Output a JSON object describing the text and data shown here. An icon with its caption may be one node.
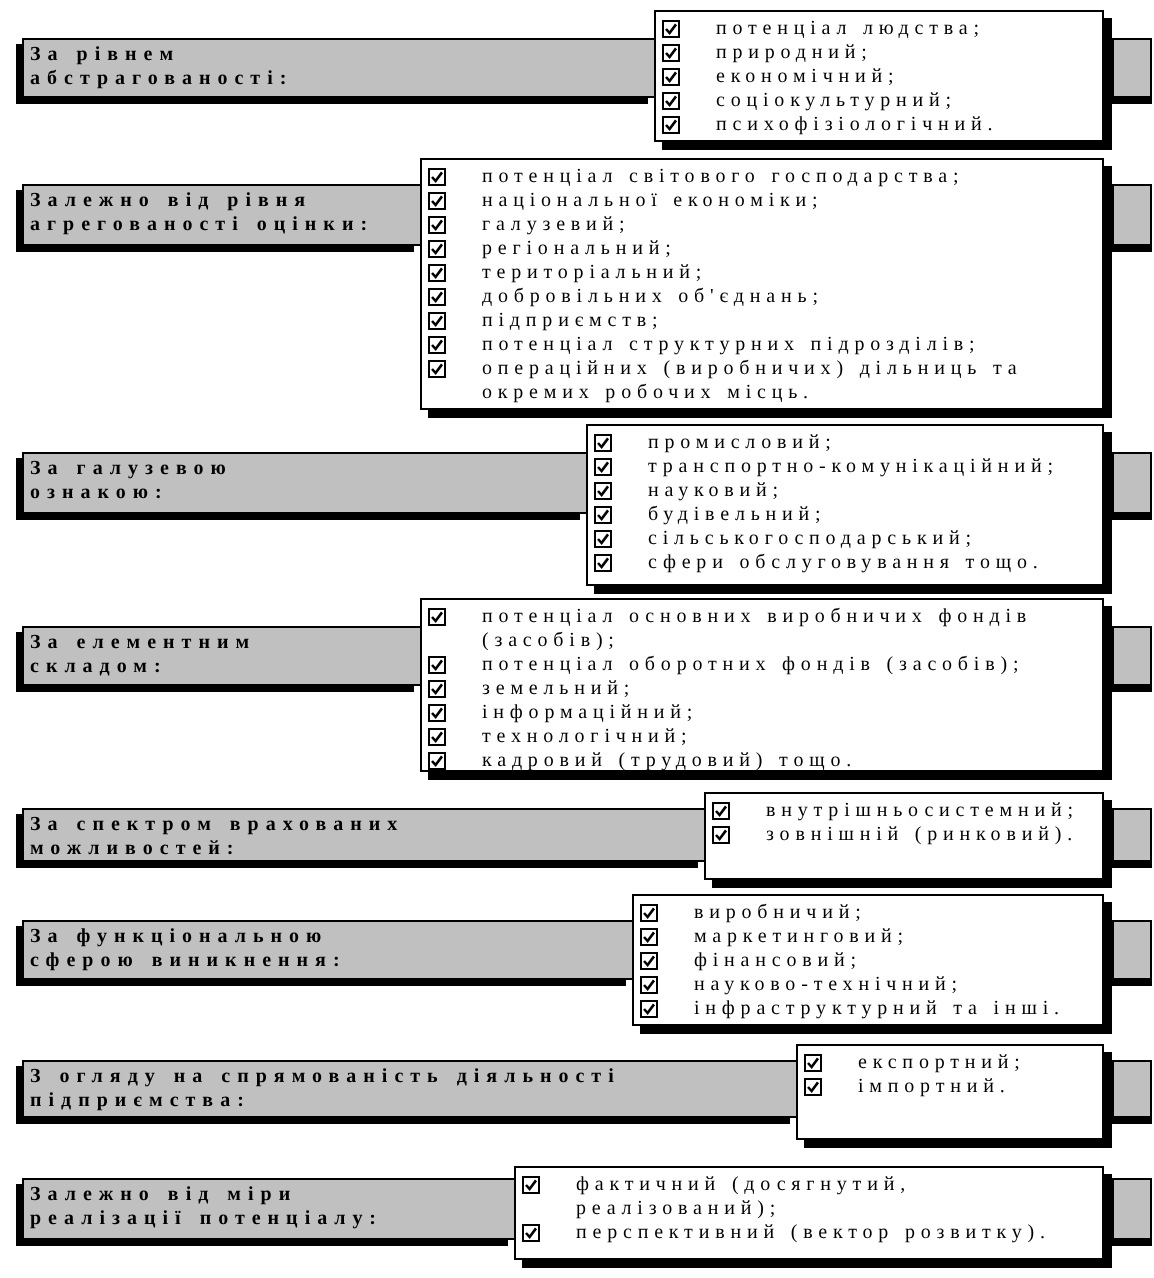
{
  "diagram": {
    "nodes": [
      {
        "text": [
          "За рівнем абстрагованості:"
        ]
      },
      {
        "text": [
          "потенціал людства;",
          "природний;",
          "економічний;",
          "соціокультурний;",
          "психофізіологічний."
        ]
      },
      {
        "text": [
          "Залежно від рівня агрегованості оцінки:"
        ]
      },
      {
        "text": [
          "потенціал світового господарства;",
          "національної економіки;",
          "галузевий;",
          "регіональний;",
          "територіальний;",
          "добровільних об'єднань;",
          "підприємств;",
          "потенціал структурних підрозділів;",
          "операційних (виробничих) дільниць та окремих робочих місць."
        ]
      },
      {
        "text": [
          "За галузевою ознакою:"
        ]
      },
      {
        "text": [
          "промисловий;",
          "транспортно-комунікаційний;",
          "науковий;",
          "будівельний;",
          "сільськогосподарський;",
          "сфери обслуговування тощо."
        ]
      },
      {
        "text": [
          "За елементним складом:"
        ]
      },
      {
        "text": [
          "потенціал основних виробничих фондів (засобів);",
          "потенціал оборотних фондів (засобів);",
          "земельний;",
          "інформаційний;",
          "технологічний;",
          "кадровий (трудовий) тощо."
        ]
      },
      {
        "text": [
          "За спектром врахованих можливостей:"
        ]
      },
      {
        "text": [
          "внутрішньосистемний;",
          "зовнішній (ринковий)."
        ]
      },
      {
        "text": [
          "За функціональною сферою виникнення:"
        ]
      },
      {
        "text": [
          "виробничий;",
          "маркетинговий;",
          "фінансовий;",
          "науково-технічний;",
          "інфраструктурний та інші."
        ]
      },
      {
        "text": [
          "З огляду на спрямованість діяльності підприємства:"
        ]
      },
      {
        "text": [
          "експортний;",
          "імпортний."
        ]
      },
      {
        "text": [
          "Залежно від міри реалізації потенціалу:"
        ]
      },
      {
        "text": [
          "фактичний (досягнутий, реалізований);",
          "перспективний (вектор розвитку)."
        ]
      }
    ]
  }
}
